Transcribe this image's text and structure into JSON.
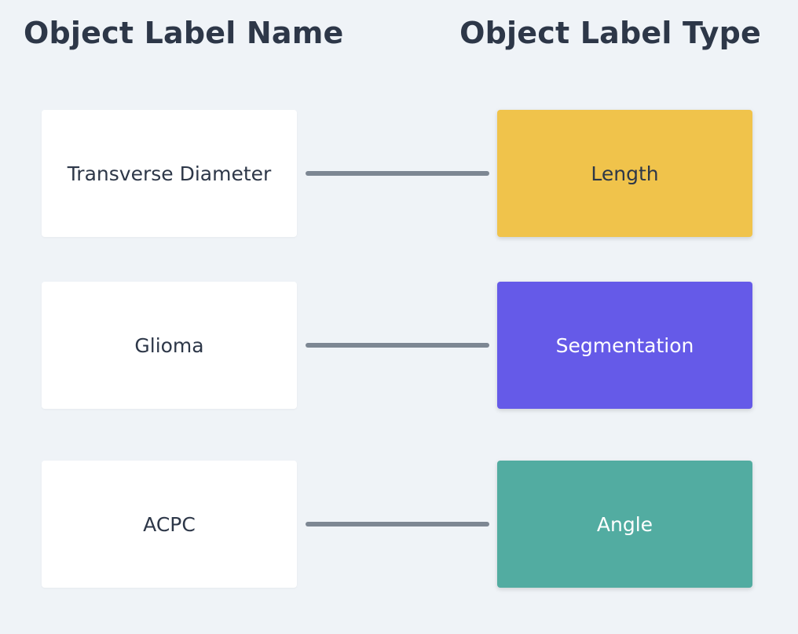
{
  "headings": {
    "name": "Object Label Name",
    "type": "Object Label Type"
  },
  "rows": [
    {
      "name": "Transverse Diameter",
      "type": "Length",
      "type_color": "#f0c34b",
      "type_text_color": "#2d3748"
    },
    {
      "name": "Glioma",
      "type": "Segmentation",
      "type_color": "#655ae8",
      "type_text_color": "#ffffff"
    },
    {
      "name": "ACPC",
      "type": "Angle",
      "type_color": "#52aca1",
      "type_text_color": "#ffffff"
    }
  ],
  "connector_color": "#7d8793"
}
